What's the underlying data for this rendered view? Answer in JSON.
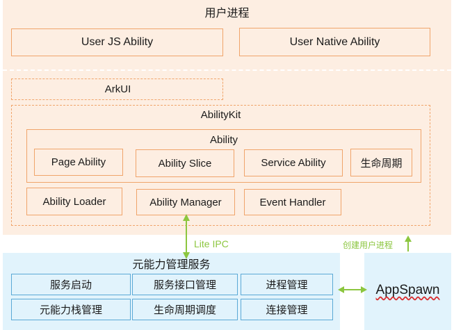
{
  "user_process": {
    "title": "用户进程",
    "user_js_ability": "User JS Ability",
    "user_native_ability": "User Native Ability",
    "arkui": "ArkUI",
    "abilitykit": {
      "title": "AbilityKit",
      "ability": {
        "title": "Ability",
        "items": [
          "Page Ability",
          "Ability Slice",
          "Service Ability",
          "生命周期"
        ]
      },
      "ability_loader": "Ability Loader",
      "ability_manager": "Ability Manager",
      "event_handler": "Event Handler"
    }
  },
  "connectors": {
    "lite_ipc": "Lite IPC",
    "create_user_process": "创建用户进程"
  },
  "ability_service": {
    "title": "元能力管理服务",
    "items": [
      "服务启动",
      "服务接口管理",
      "进程管理",
      "元能力栈管理",
      "生命周期调度",
      "连接管理"
    ]
  },
  "appspawn": "AppSpawn",
  "colors": {
    "user_region_fill": "#fdeee2",
    "user_box_border": "#f0a46a",
    "service_region_fill": "#e1f3fc",
    "service_box_border": "#5aa9d6",
    "arrow_green": "#8cc63f",
    "spellcheck_red": "#d93030"
  }
}
